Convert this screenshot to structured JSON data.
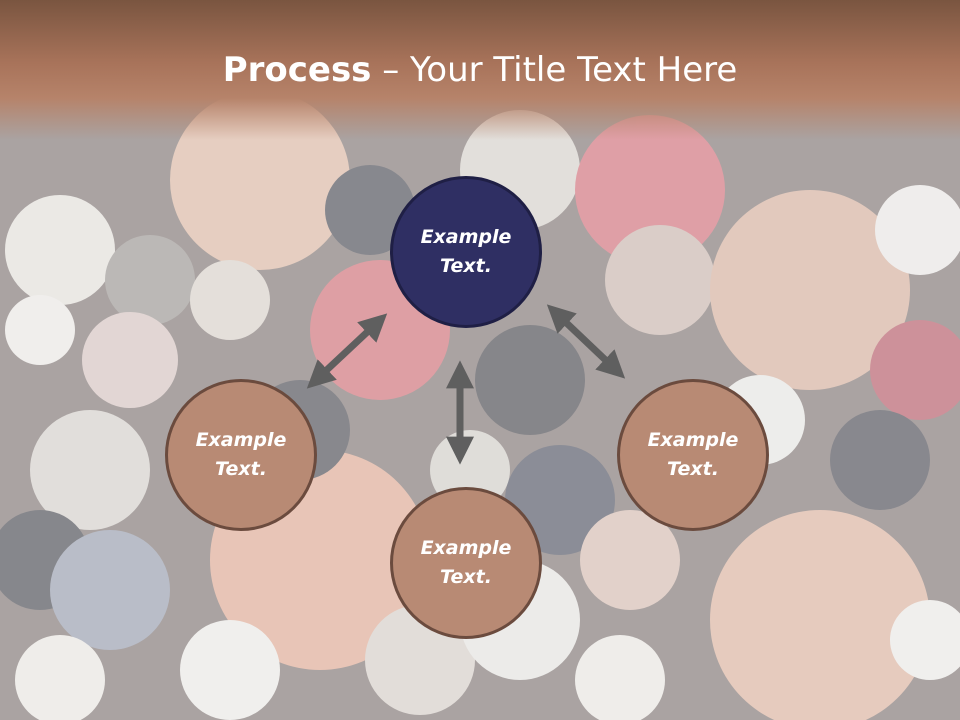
{
  "title": {
    "bold": "Process",
    "rest": " – Your Title Text Here"
  },
  "nodes": [
    {
      "id": "center",
      "line1": "Example",
      "line2": "Text."
    },
    {
      "id": "left",
      "line1": "Example",
      "line2": "Text."
    },
    {
      "id": "bottom",
      "line1": "Example",
      "line2": "Text."
    },
    {
      "id": "right",
      "line1": "Example",
      "line2": "Text."
    }
  ],
  "colors": {
    "title_bar": "#a8735a",
    "center_node": "#2f2f63",
    "side_node": "#b88a74",
    "node_border": "#6b4b3e",
    "arrow": "#5f5f5f"
  }
}
